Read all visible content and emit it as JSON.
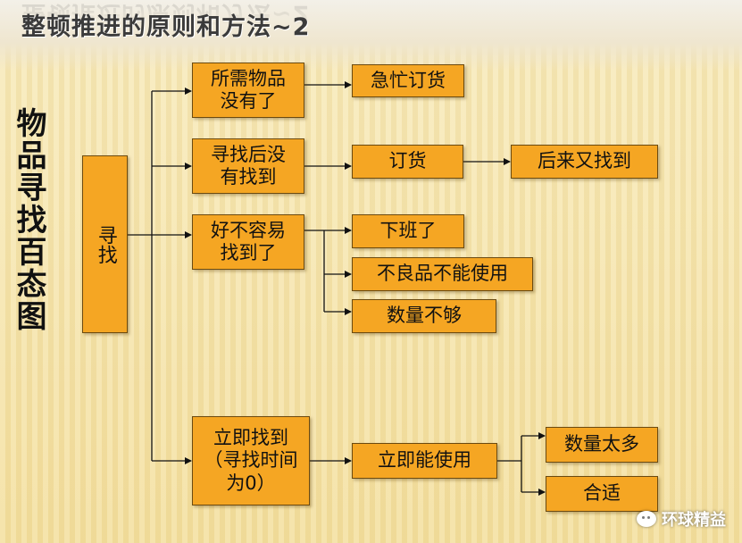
{
  "title": "整顿推进的原则和方法~2",
  "side_title": "物品寻找百态图",
  "root": "寻找",
  "nodes": {
    "n1": "所需物品\n没有了",
    "n2": "寻找后没\n有找到",
    "n3": "好不容易\n找到了",
    "n4": "立即找到\n（寻找时间\n为0）",
    "r1": "急忙订货",
    "r2a": "订货",
    "r2b": "后来又找到",
    "r3a": "下班了",
    "r3b": "不良品不能使用",
    "r3c": "数量不够",
    "r4": "立即能使用",
    "r4a": "数量太多",
    "r4b": "合适"
  },
  "watermark": "环球精益",
  "colors": {
    "box_fill": "#f5a623",
    "box_border": "#6b4a10",
    "line": "#111111"
  }
}
